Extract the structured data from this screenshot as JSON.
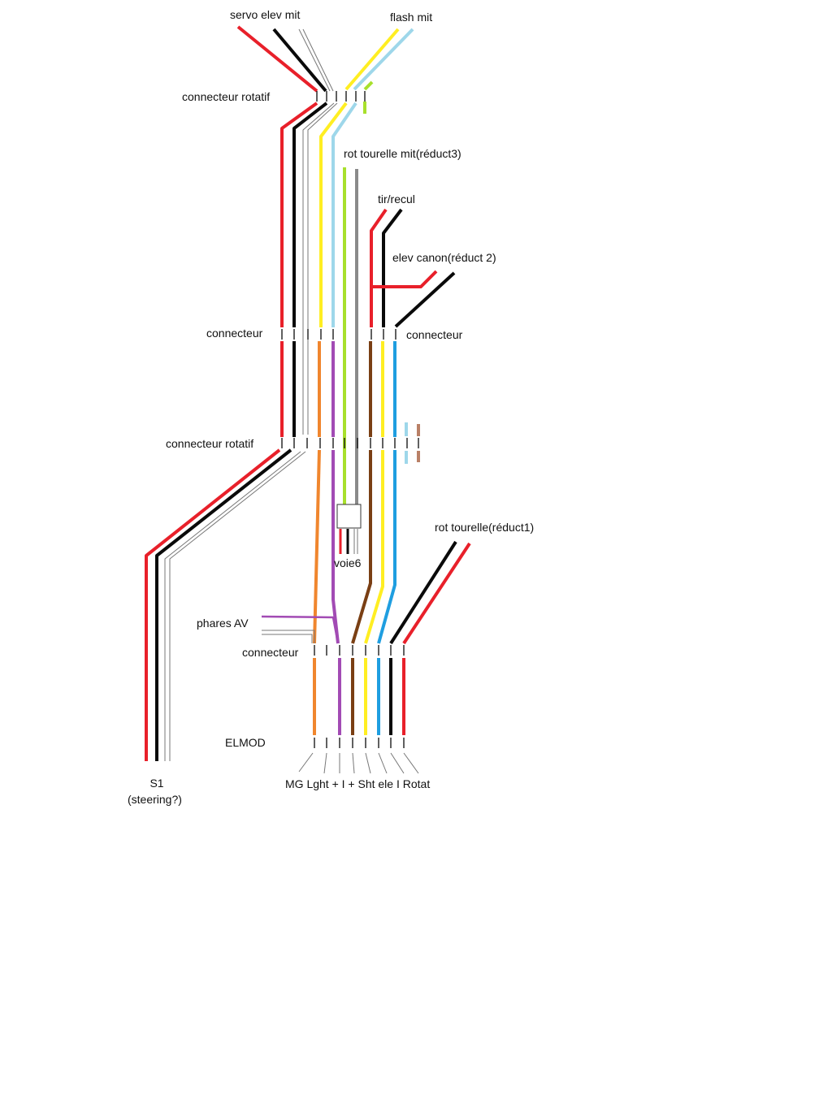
{
  "labels": {
    "servo_elev_mit": "servo elev mit",
    "flash_mit": "flash mit",
    "connecteur_rotatif_top": "connecteur rotatif",
    "rot_tourelle_mit": "rot tourelle mit(réduct3)",
    "tir_recul": "tir/recul",
    "elev_canon": "elev canon(réduct 2)",
    "connecteur_left": "connecteur",
    "connecteur_right": "connecteur",
    "connecteur_rotatif_mid": "connecteur rotatif",
    "rot_tourelle": "rot tourelle(réduct1)",
    "voie6": "voie6",
    "phares_av": "phares AV",
    "connecteur_bottom": "connecteur",
    "elmod": "ELMOD",
    "s1": "S1",
    "steering": "(steering?)",
    "elmod_pins": "MG Lght + I + Sht ele I Rotat"
  },
  "wire_colors": {
    "red": "#e8202a",
    "black": "#0a0a0a",
    "yellow": "#ffee22",
    "light_blue": "#9ed7ea",
    "lime": "#a8e02c",
    "gray": "#8a8a8a",
    "orange": "#f0862e",
    "purple": "#a24bb4",
    "brown": "#7a3f14",
    "blue": "#1f9ee0",
    "light_brown": "#b98066",
    "thin_gray": "#777777"
  }
}
